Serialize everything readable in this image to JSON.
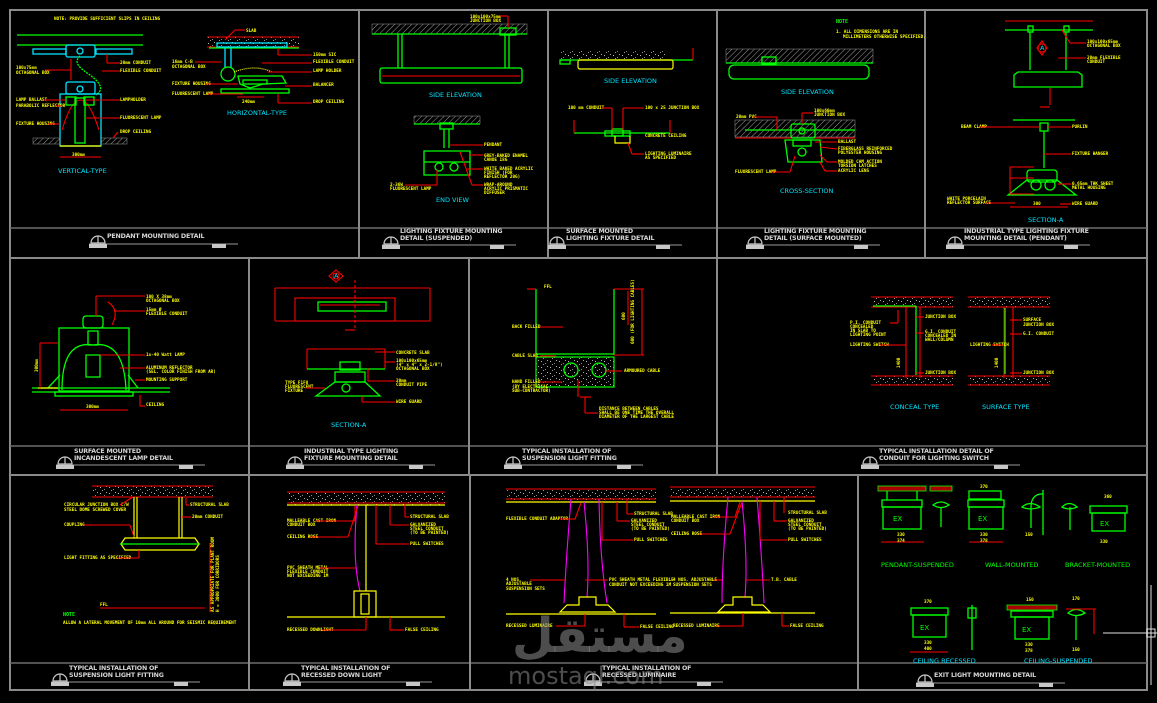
{
  "sheet": {
    "panels": [
      {
        "id": "pendant",
        "title_lines": [
          "PENDANT MOUNTING DETAIL"
        ],
        "note": "NOTE: PROVIDE SUFFICIENT SLIPS IN CEILING",
        "captions": [
          "VERTICAL-TYPE",
          "HORIZONTAL-TYPE"
        ],
        "labels": [
          "20mm CONDUIT",
          "FLEXIBLE CONDUIT",
          "100x75mm OCTAGONAL BOX",
          "LAMP BALLAST",
          "PARABOLIC REFLECTOR",
          "LAMPHOLDER",
          "FLUORESCENT LAMP",
          "FIXTURE HOUSING",
          "DROP CEILING",
          "300mm",
          "SLAB",
          "16mm C-B OCTAGONAL BOX",
          "150mm SIC",
          "FLEXIBLE CONDUIT",
          "LAMP HOLDER",
          "FIXTURE HOUSING",
          "FLUORESCENT LAMP",
          "BALANCER",
          "DROP CEILING",
          "240mm"
        ]
      },
      {
        "id": "suspended",
        "title_lines": [
          "LIGHTING FIXTURE MOUNTING",
          "DETAIL (SUSPENDED)"
        ],
        "captions": [
          "SIDE ELEVATION",
          "END VIEW"
        ],
        "labels": [
          "100x100x75mm JUNCTION BOX",
          "PENDANT",
          "GREY-BAKED ENAMEL CANOE 18G",
          "WHITE BAKED ACRYLIC FINISH (FOR REFLECTOR 20G)",
          "WRAP-AROUND ACRYLIC PRISMATIC DIFFUSER",
          "2-36W FLUORESCENT LAMP"
        ]
      },
      {
        "id": "surface",
        "title_lines": [
          "SURFACE MOUNTED",
          "LIGHTING FIXTURE DETAIL"
        ],
        "captions": [
          "SIDE ELEVATION"
        ],
        "labels": [
          "100 mm CONDUIT",
          "100 x 25 JUNCTION BOX",
          "CONCRETE CEILING",
          "LIGHTING LUMINAIRE AS SPECIFIED"
        ]
      },
      {
        "id": "surface-mounted",
        "title_lines": [
          "LIGHTING FIXTURE MOUNTING",
          "DETAIL (SURFACE MOUNTED)"
        ],
        "note_title": "NOTE",
        "note": "1. ALL DIMENSIONS ARE IN MILLIMETERS OTHERWISE SPECIFIED.",
        "captions": [
          "SIDE ELEVATION",
          "CROSS-SECTION"
        ],
        "labels": [
          "20mm PVC",
          "100x60mm JUNCTION BOX",
          "BALLAST",
          "FIBERGLASS REINFORCED POLYESTER HOUSING",
          "MOLDED CAM ACTION TORSION LATCHES",
          "ACRYLIC LENS",
          "FLUORESCENT LAMP"
        ]
      },
      {
        "id": "industrial-pendant",
        "title_lines": [
          "INDUSTRIAL TYPE LIGHTING FIXTURE",
          "MOUNTING DETAIL (PENDANT)"
        ],
        "captions": [
          "SECTION-A"
        ],
        "section_marker": "A",
        "labels": [
          "100x100x65mm OCTAGONAL BOX",
          "20mm FLEXIBLE CONDUIT",
          "BEAM CLAMP",
          "PURLIN",
          "FIXTURE HANGER",
          "0.65mm THK SHEET METAL HOUSING",
          "WHITE PORCELAIN REFLECTOR SURFACE",
          "WIRE GUARD",
          "300"
        ]
      },
      {
        "id": "incandescent",
        "title_lines": [
          "SURFACE MOUNTED",
          "INCANDESCENT LAMP DETAIL"
        ],
        "labels": [
          "100 x 38mm OCTAGONAL BOX",
          "15mm FLEXIBLE CONDUIT",
          "1x-40 Watt LAMP",
          "ALUMINUM REFLECTOR (SEL. COLOR FINISH FROM AR)",
          "MOUNTING SUPPORT",
          "300mm",
          "300mm",
          "CEILING"
        ]
      },
      {
        "id": "industrial",
        "title_lines": [
          "INDUSTRIAL TYPE LIGHTING",
          "FIXTURE MOUNTING DETAIL"
        ],
        "captions": [
          "SECTION-A"
        ],
        "section_marker": "A",
        "labels": [
          "CONCRETE SLAB",
          "100x100x65mm (4\" x 4\" x 2-1/8\") OCTAGONAL BOX",
          "20mm CONDUIT PIPE",
          "TYPE F1F8 FLUORESCENT FIXTURE",
          "WIRE GUARD"
        ]
      },
      {
        "id": "suspension-fitting",
        "title_lines": [
          "TYPICAL INSTALLATION OF",
          "SUSPENSION LIGHT FITTING"
        ],
        "labels": [
          "FFL",
          "BACK FILLED",
          "CABLE SLAB",
          "HAND FILLED (BY ELECTRICAL SUB-CONTRACTOR)",
          "ARMOURED CABLE",
          "DISTANCE BETWEEN CABLES SHALL BE ONE TIME THE OVERALL DIAMETER OF THE LARGEST CABLE",
          "600",
          "600 (FOR LIGHTING CABLES)"
        ]
      },
      {
        "id": "conduit-switch",
        "title_lines": [
          "TYPICAL INSTALLATION DETAIL OF",
          "CONDUIT FOR LIGHTING SWITCH"
        ],
        "captions": [
          "CONCEAL TYPE",
          "SURFACE TYPE"
        ],
        "labels": [
          "P.I. CONDUIT CONCEALED IN SLAB TO LIGHTING POINT",
          "JUNCTION BOX",
          "G.I. CONDUIT CONCEALED IN WALL/COLUMN",
          "LIGHTING SWITCH",
          "JUNCTION BOX",
          "SURFACE JUNCTION BOX",
          "G.I. CONDUIT",
          "LIGHTING SWITCH",
          "JUNCTION BOX",
          "1400",
          "1400"
        ]
      },
      {
        "id": "suspension-light",
        "title_lines": [
          "TYPICAL INSTALLATION OF",
          "SUSPENSION LIGHT FITTING"
        ],
        "note_title": "NOTE",
        "note": "ALLOW A LATERAL MOVEMENT OF 10mm ALL AROUND FOR SEISMIC REQUIREMENT",
        "labels": [
          "CIRCULAR JUNCTION BOX C/W STEEL DOME SCREWED COVER",
          "COUPLING",
          "STRUCTURAL SLAB",
          "20mm CONDUIT",
          "LIGHT FITTING AS SPECIFIED",
          "FFL",
          "H = 3000 FOR CORRIDORS / AS APPROPRIATE FOR PLANT ROOM"
        ]
      },
      {
        "id": "recessed-down",
        "title_lines": [
          "TYPICAL INSTALLATION OF",
          "RECESSED DOWN LIGHT"
        ],
        "labels": [
          "MALLEABLE CAST IRON CONDUIT BOX",
          "CEILING ROSE",
          "STRUCTURAL SLAB",
          "GALVANIZED STEEL CONDUIT (TO BE PAINTED)",
          "PULL SWITCHES",
          "PVC SHEATH METAL FLEXIBLE CONDUIT NOT EXCEEDING 1M",
          "RECESSED DOWNLIGHT",
          "FALSE CEILING"
        ]
      },
      {
        "id": "recessed-luminaire",
        "title_lines": [
          "TYPICAL INSTALLATION OF",
          "RECESSED LUMINAIRE"
        ],
        "labels": [
          "FLEXIBLE CONDUIT ADAPTOR",
          "STRUCTURAL SLAB",
          "GALVANIZED STEEL CONDUIT (TO BE PAINTED)",
          "PULL SWITCHES",
          "4 NOS. ADJUSTABLE SUSPENSION SETS",
          "PVC SHEATH METAL FLEXIBLE CONDUIT NOT EXCEEDING 1M",
          "RECESSED LUMINAIRE",
          "FALSE CEILING",
          "MALLEABLE CAST IRON CONDUIT BOX",
          "CEILING ROSE",
          "STRUCTURAL SLAB",
          "GALVANIZED STEEL CONDUIT (TO BE PAINTED)",
          "PULL SWITCHES",
          "4 NOS. ADJUSTABLE SUSPENSION SETS",
          "T.B. CABLE",
          "RECESSED LUMINAIRE",
          "FALSE CEILING"
        ]
      },
      {
        "id": "exit-light",
        "title_lines": [
          "EXIT LIGHT MOUNTING DETAIL"
        ],
        "captions": [
          "PENDANT-SUSPENDED",
          "WALL-MOUNTED",
          "BRACKET-MOUNTED",
          "CEILING RECESSED",
          "CEILING-SUSPENDED"
        ],
        "labels": [
          "370",
          "330",
          "374",
          "150",
          "330",
          "378",
          "330",
          "360",
          "330",
          "400",
          "150",
          "330",
          "378",
          "170",
          "150"
        ]
      }
    ]
  },
  "watermark": {
    "arabic": "مستقل",
    "latin": "mostaql.com"
  },
  "colors": {
    "background": "#000000",
    "frame": "#8a8a8a",
    "title_text": "#d6d6d6",
    "label_text": "#ffff00",
    "leader": "#ff0000",
    "object": "#00ff00",
    "caption": "#00e5ff",
    "flex_conduit": "#ff00ff"
  }
}
